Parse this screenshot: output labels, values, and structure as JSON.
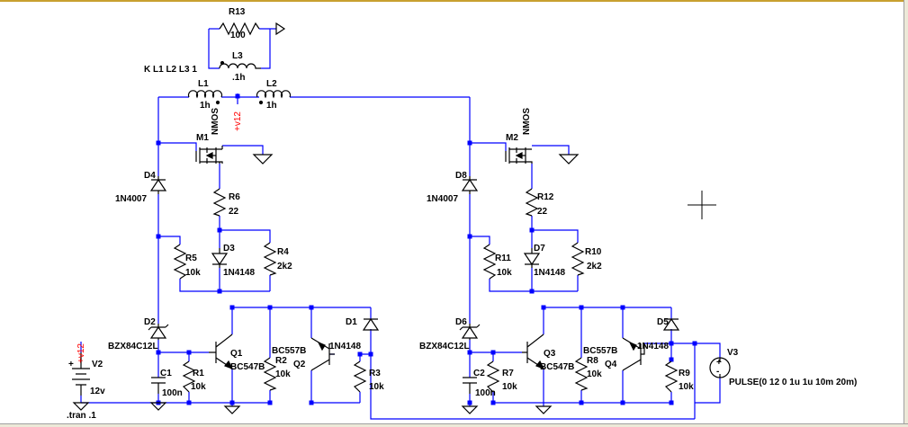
{
  "directives": {
    "coupling": "K L1 L2 L3 1",
    "tran": ".tran .1"
  },
  "net_label": "+v12",
  "components": {
    "R1": {
      "name": "R1",
      "value": "10k"
    },
    "R2": {
      "name": "R2",
      "value": "10k"
    },
    "R3": {
      "name": "R3",
      "value": "10k"
    },
    "R4": {
      "name": "R4",
      "value": "2k2"
    },
    "R5": {
      "name": "R5",
      "value": "10k"
    },
    "R6": {
      "name": "R6",
      "value": "22"
    },
    "R7": {
      "name": "R7",
      "value": "10k"
    },
    "R8": {
      "name": "R8",
      "value": "10k"
    },
    "R9": {
      "name": "R9",
      "value": "10k"
    },
    "R10": {
      "name": "R10",
      "value": "2k2"
    },
    "R11": {
      "name": "R11",
      "value": "10k"
    },
    "R12": {
      "name": "R12",
      "value": "22"
    },
    "R13": {
      "name": "R13",
      "value": "100"
    },
    "L1": {
      "name": "L1",
      "value": "1h"
    },
    "L2": {
      "name": "L2",
      "value": "1h"
    },
    "L3": {
      "name": "L3",
      "value": ".1h"
    },
    "C1": {
      "name": "C1",
      "value": "100n"
    },
    "C2": {
      "name": "C2",
      "value": "100n"
    },
    "D1": {
      "name": "D1",
      "value": "1N4148"
    },
    "D2": {
      "name": "D2",
      "value": "BZX84C12L"
    },
    "D3": {
      "name": "D3",
      "value": "1N4148"
    },
    "D4": {
      "name": "D4",
      "value": "1N4007"
    },
    "D5": {
      "name": "D5",
      "value": "1N4148"
    },
    "D6": {
      "name": "D6",
      "value": "BZX84C12L"
    },
    "D7": {
      "name": "D7",
      "value": "1N4148"
    },
    "D8": {
      "name": "D8",
      "value": "1N4007"
    },
    "Q1": {
      "name": "Q1",
      "value": "BC547B"
    },
    "Q2": {
      "name": "Q2",
      "value": "BC557B"
    },
    "Q3": {
      "name": "Q3",
      "value": "BC547B"
    },
    "Q4": {
      "name": "Q4",
      "value": "BC557B"
    },
    "M1": {
      "name": "M1",
      "value": "NMOS"
    },
    "M2": {
      "name": "M2",
      "value": "NMOS"
    },
    "V2": {
      "name": "V2",
      "value": "12v"
    },
    "V3": {
      "name": "V3",
      "value": "PULSE(0 12 0 1u 1u 10m 20m)"
    }
  }
}
